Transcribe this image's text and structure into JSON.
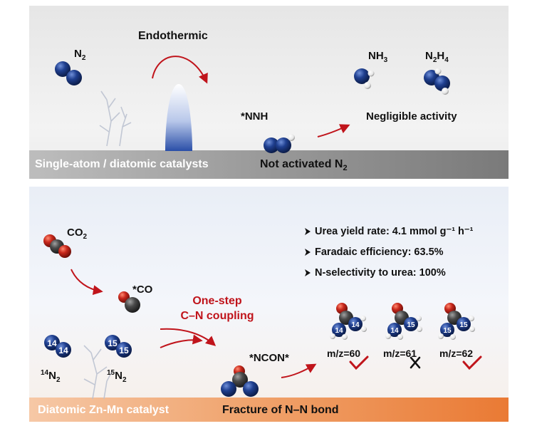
{
  "top_panel": {
    "endothermic": "Endothermic",
    "n2": "N",
    "n2_sub": "2",
    "nh3": "NH",
    "nh3_sub": "3",
    "n2h4_a": "N",
    "n2h4_sub1": "2",
    "n2h4_b": "H",
    "n2h4_sub2": "4",
    "nnh": "*NNH",
    "negligible": "Negligible activity",
    "band_left": "Single-atom / diatomic catalysts",
    "band_right": "Not activated N",
    "band_right_sub": "2"
  },
  "bottom_panel": {
    "co2": "CO",
    "co2_sub": "2",
    "co": "*CO",
    "coupling_line1": "One-step",
    "coupling_line2": "C–N coupling",
    "n14_sup": "14",
    "n14": "N",
    "n14_sub": "2",
    "n15_sup": "15",
    "n15": "N",
    "n15_sub": "2",
    "ncon": "*NCON*",
    "bullets": [
      "Urea yield rate: 4.1 mmol g⁻¹ h⁻¹",
      "Faradaic efficiency: 63.5%",
      "N-selectivity to urea: 100%"
    ],
    "mz": [
      "m/z=60",
      "m/z=61",
      "m/z=62"
    ],
    "atom_labels": {
      "n14_a": "14",
      "n14_b": "14",
      "n15_a": "15",
      "n15_b": "15",
      "u60_a": "14",
      "u60_b": "14",
      "u61_a": "14",
      "u61_b": "15",
      "u62_a": "15",
      "u62_b": "15"
    },
    "band_left": "Diatomic Zn-Mn catalyst",
    "band_right": "Fracture of N–N bond"
  },
  "colors": {
    "nitrogen": "#1f3f8f",
    "oxygen": "#c8281c",
    "carbon": "#4a4a4a",
    "hydrogen": "#ffffff",
    "accent_red": "#c0141b"
  },
  "icons": [
    "bullet-arrow-icon",
    "check-icon",
    "cross-icon",
    "dendrite-icon",
    "energy-barrier-icon"
  ]
}
